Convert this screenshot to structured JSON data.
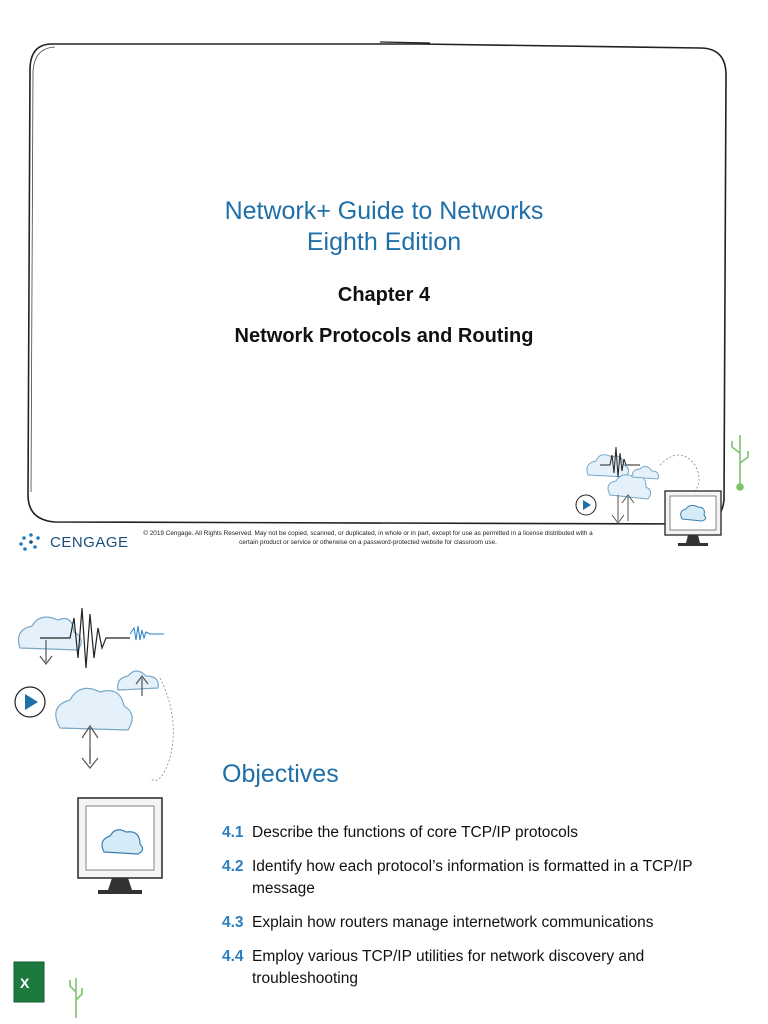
{
  "slide1": {
    "title_line1": "Network+ Guide to Networks",
    "title_line2": "Eighth Edition",
    "chapter": "Chapter 4",
    "subtitle": "Network Protocols and Routing",
    "logo_text": "CENGAGE",
    "copyright": "© 2019 Cengage. All Rights Reserved. May not be copied, scanned, or duplicated, in whole or in part, except for use as permitted in a license distributed with a certain product or service or otherwise on a password-protected website for classroom use."
  },
  "slide2": {
    "heading": "Objectives",
    "objectives": [
      {
        "num": "4.1",
        "text": "Describe the functions of core TCP/IP protocols"
      },
      {
        "num": "4.2",
        "text": "Identify how each protocol’s information is formatted in a TCP/IP message"
      },
      {
        "num": "4.3",
        "text": "Explain how routers manage internetwork communications"
      },
      {
        "num": "4.4",
        "text": "Employ various TCP/IP utilities for network discovery and troubleshooting"
      }
    ]
  },
  "icons": [
    "cloud-icon",
    "monitor-icon",
    "play-icon",
    "arrow-icon",
    "usb-icon",
    "excel-icon",
    "waveform-icon"
  ],
  "colors": {
    "title_blue": "#1f6fa8",
    "number_blue": "#2a7fc1",
    "cengage_blue": "#1a4e7a",
    "accent_green": "#7cc36a"
  }
}
